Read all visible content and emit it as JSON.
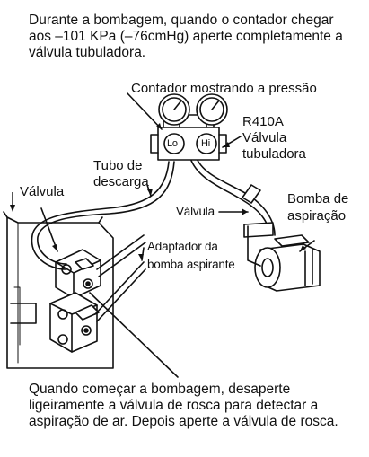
{
  "top_note": "Durante a bombagem, quando o contador chegar aos –101 KPa (–76cmHg) aperte completamente a válvula tubuladora.",
  "bottom_note": "Quando começar a bombagem, desaperte ligeiramente a válvula de rosca para detectar a aspiração de ar. Depois aperte a válvula de rosca.",
  "labels": {
    "counter": "Contador mostrando a pressão",
    "manifold_line1": "R410A",
    "manifold_line2": "Válvula",
    "manifold_line3": "tubuladora",
    "hose_line1": "Tubo de",
    "hose_line2": "descarga",
    "valve_left": "Válvula",
    "valve_right": "Válvula",
    "pump_line1": "Bomba de",
    "pump_line2": "aspiração",
    "adapter_line1": "Adaptador da",
    "adapter_line2": "bomba aspirante",
    "gauge_lo": "Lo",
    "gauge_hi": "Hi"
  }
}
